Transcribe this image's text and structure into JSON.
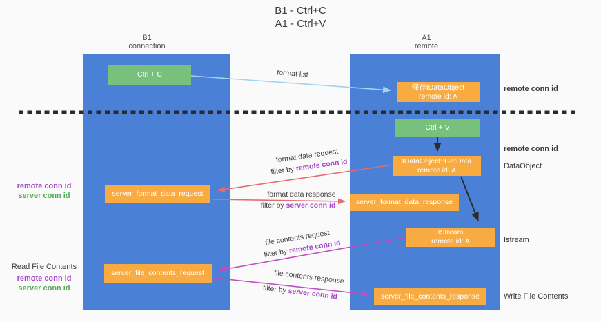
{
  "colors": {
    "column_blue": "#4a80d5",
    "box_green": "#77c17c",
    "box_orange": "#f8ab40",
    "arrow_light_blue": "#a5d2f0",
    "arrow_red": "#e76a6e",
    "arrow_magenta": "#c04ec2",
    "arrow_black": "#2b2b2b",
    "text_purple": "#a449c8",
    "text_green": "#52ad57",
    "background": "#fafafa"
  },
  "title": {
    "line1": "B1 - Ctrl+C",
    "line2": "A1 - Ctrl+V"
  },
  "columns": {
    "left": {
      "name": "B1",
      "role": "connection"
    },
    "right": {
      "name": "A1",
      "role": "remote"
    }
  },
  "boxes": {
    "ctrl_c": "Ctrl + C",
    "ctrl_v": "Ctrl + V",
    "save_idataobject": {
      "line1": "保存IDataObject",
      "line2": "remote id: A"
    },
    "getdata": {
      "line1": "IDataObject::GetData",
      "line2": "remote id: A"
    },
    "istream": {
      "line1": "IStream",
      "line2": "remote id: A"
    },
    "server_format_data_request": "server_format_data_request",
    "server_format_data_response": "server_format_data_response",
    "server_file_contents_request": "server_file_contents_request",
    "server_file_contents_response": "server_file_contents_response"
  },
  "arrow_labels": {
    "format_list": "format list",
    "format_data_request": "format data request",
    "format_data_response": "format data response",
    "file_contents_request": "file contents request",
    "file_contents_response": "file contents response",
    "filter_by": "filter by ",
    "remote_conn_id": "remote conn id",
    "server_conn_id": "server conn id"
  },
  "side_labels": {
    "left_top": {
      "remote": "remote conn id",
      "server": "server conn id"
    },
    "left_bottom": {
      "title": "Read File Contents",
      "remote": "remote conn id",
      "server": "server conn id"
    },
    "right": {
      "remote_1": "remote conn id",
      "remote_2": "remote conn id",
      "dataobject": "DataObject",
      "istream": "Istream",
      "write": "Write File Contents"
    }
  }
}
